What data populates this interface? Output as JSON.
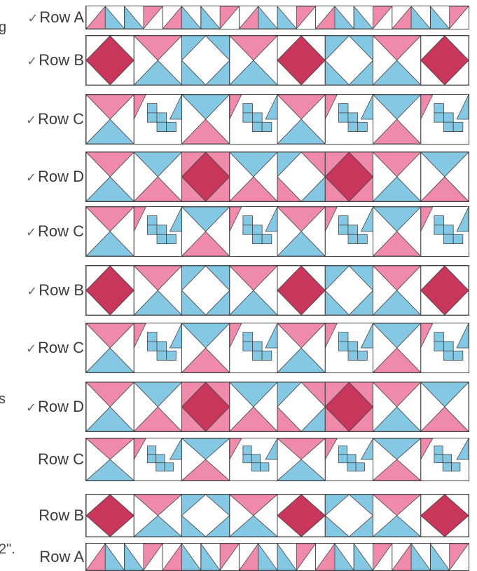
{
  "colors": {
    "pink": "#f08aab",
    "blue": "#85c8e4",
    "red": "#c8365b",
    "outline": "#444444",
    "paper": "#ffffff"
  },
  "rows": [
    {
      "label": "Row A",
      "type": "A",
      "checked": true
    },
    {
      "label": "Row B",
      "type": "B",
      "checked": true
    },
    {
      "label": "Row C",
      "type": "C",
      "checked": true
    },
    {
      "label": "Row D",
      "type": "D",
      "checked": true
    },
    {
      "label": "Row C",
      "type": "C",
      "checked": true
    },
    {
      "label": "Row B",
      "type": "B",
      "checked": true
    },
    {
      "label": "Row C",
      "type": "C",
      "checked": true
    },
    {
      "label": "Row D",
      "type": "D",
      "checked": true
    },
    {
      "label": "Row C",
      "type": "C",
      "checked": false
    },
    {
      "label": "Row B",
      "type": "B",
      "checked": false
    },
    {
      "label": "Row A",
      "type": "A",
      "checked": false
    }
  ],
  "bleed_text": [
    "g",
    "s",
    "2\"."
  ],
  "check_glyph": "✓"
}
